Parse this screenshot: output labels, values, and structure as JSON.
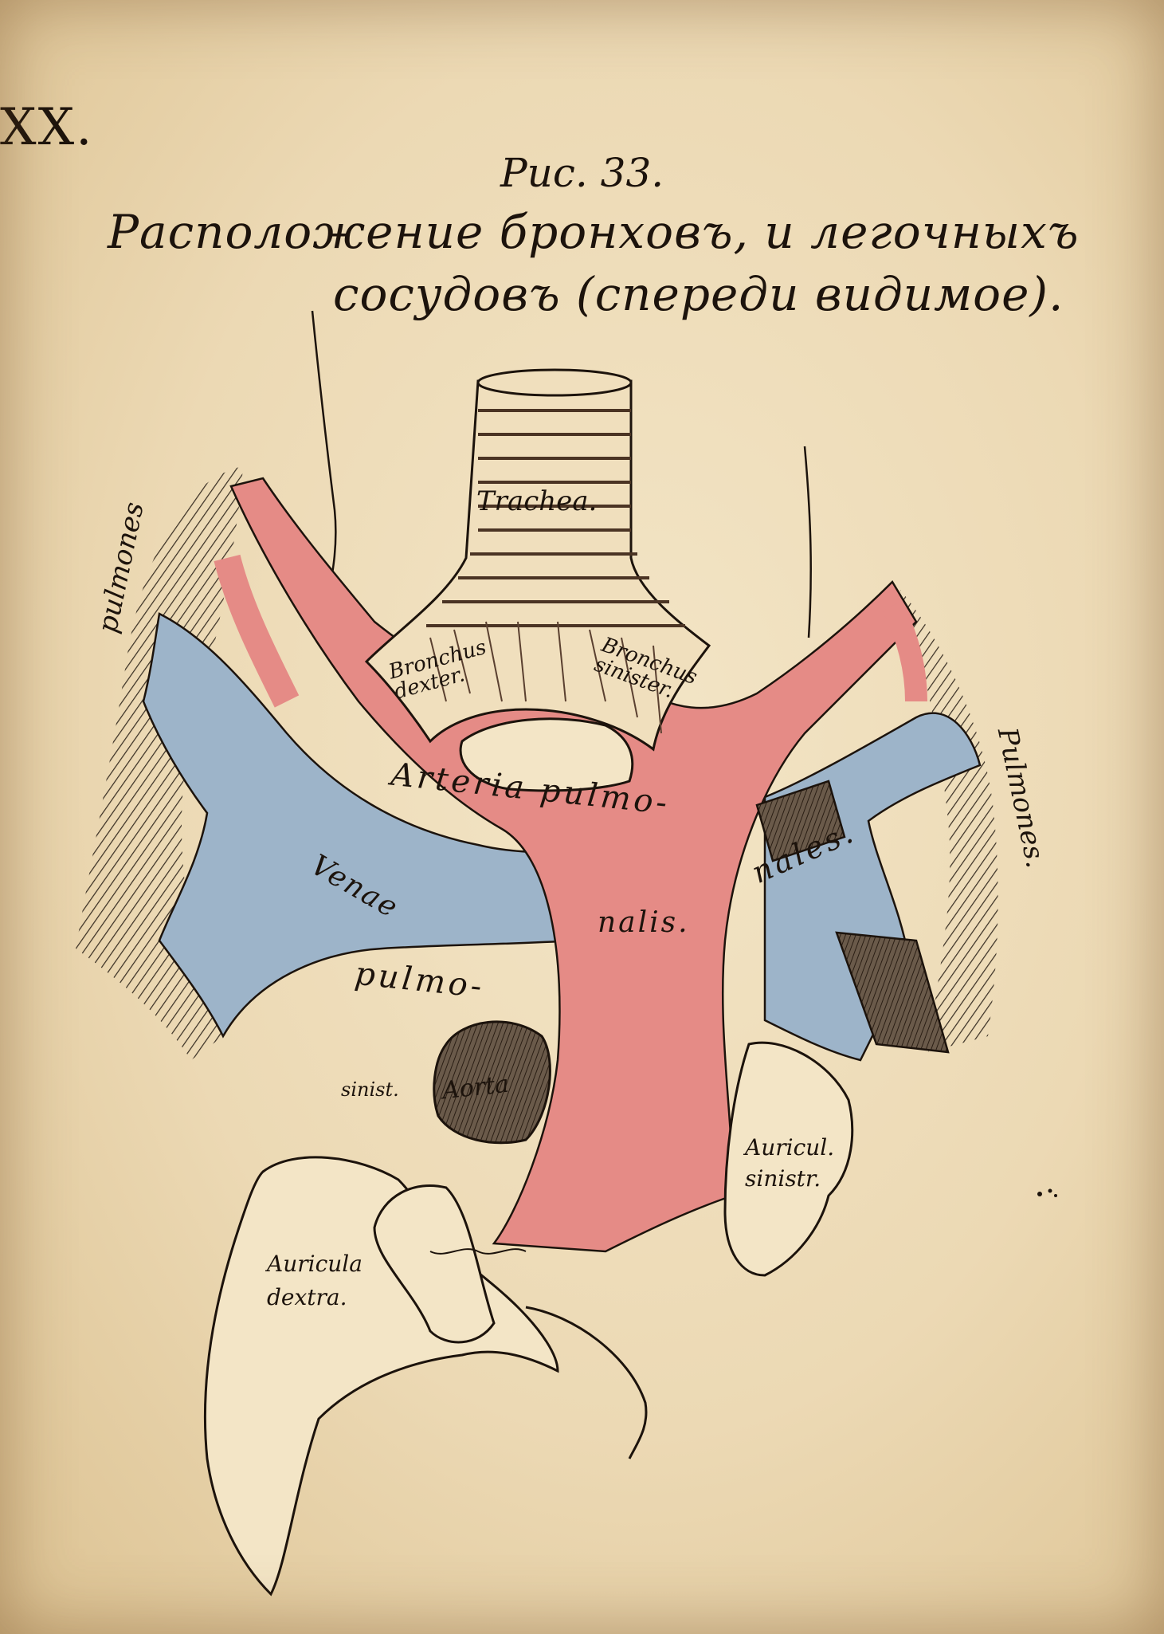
{
  "plate_number": "XX.",
  "figure_number": "Рис. 33.",
  "title_line1": "Расположение бронховъ, и легочныхъ",
  "title_line2": "сосудовъ (спереди видимое).",
  "labels": {
    "trachea": "Trachea.",
    "bronchus_dexter": "Bronchus dexter.",
    "bronchus_sinister": "Bronchus sinister.",
    "arteria_1": "Arteria pulmo-",
    "arteria_2": "nalis.",
    "venae_1": "Venae",
    "venae_2": "pulmo-",
    "venae_3": "nales.",
    "pulmones_left": "pulmones",
    "pulmones_right": "Pulmones.",
    "aorta": "Aorta",
    "atrium_sinistrum": "sinist.",
    "auricula_sinistra": "Auricul. sinistr.",
    "auricula_dextra": "Auricula dextra."
  },
  "colors": {
    "artery": "#e58b86",
    "vein": "#9db4c9",
    "ink": "#1c130c",
    "paper": "#f1e2c2"
  }
}
